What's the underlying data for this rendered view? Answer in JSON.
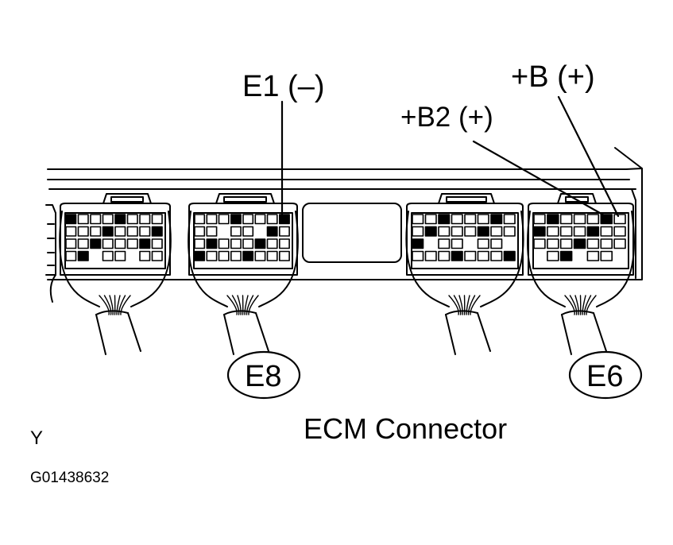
{
  "pins": {
    "e1": "E1 (–)",
    "b": "+B (+)",
    "b2": "+B2 (+)"
  },
  "connectors": {
    "left": "E8",
    "right": "E6"
  },
  "caption": "ECM Connector",
  "corner_mark": "Y",
  "figure_id": "G01438632"
}
